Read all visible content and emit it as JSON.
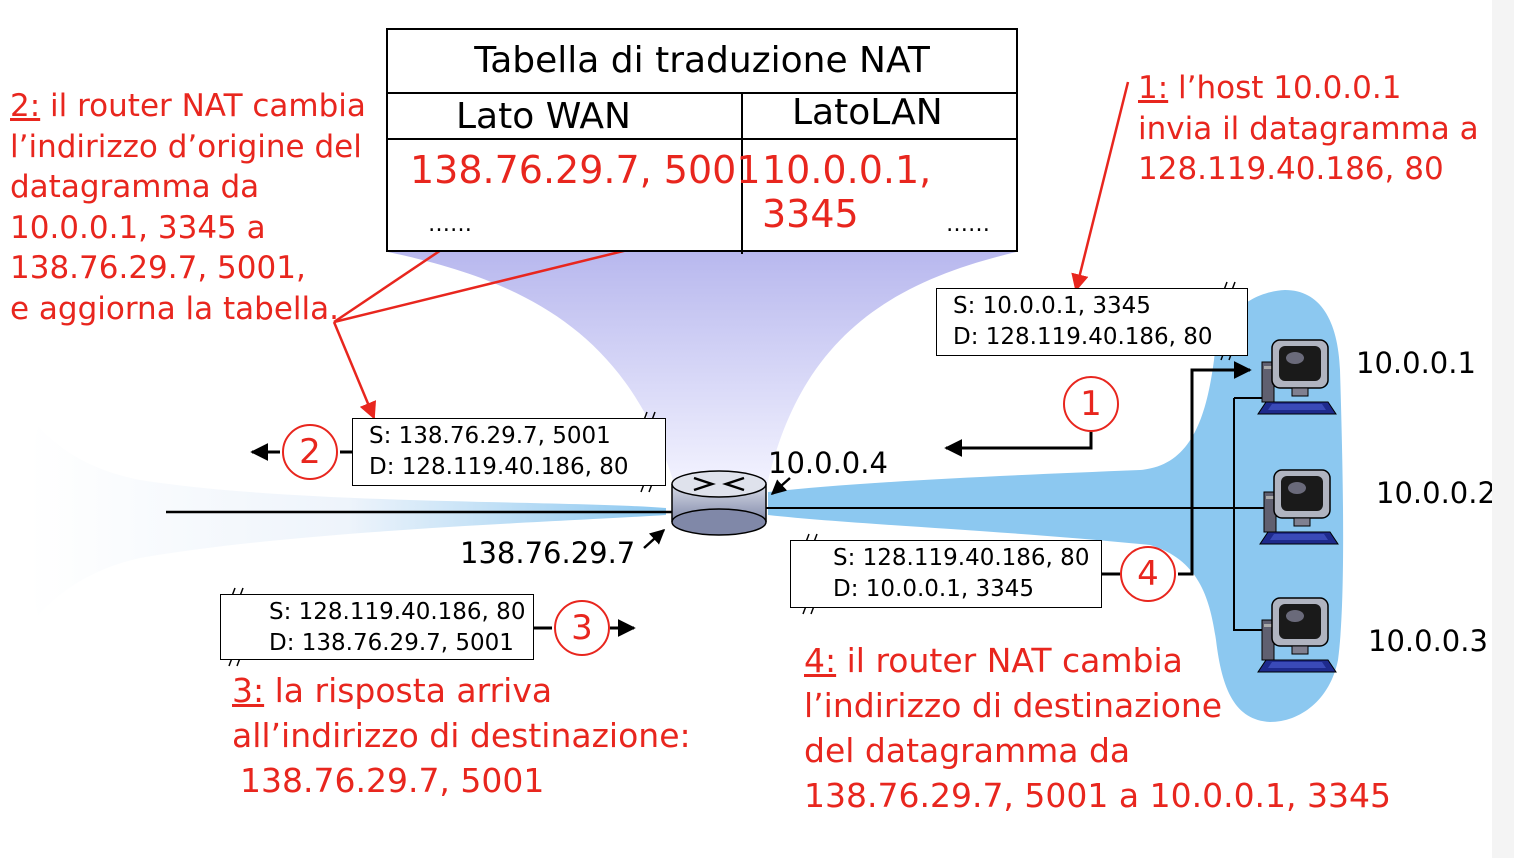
{
  "colors": {
    "annotation": "#e8261e",
    "network_fill": "#8cc8f0",
    "funnel_fill": "#c8c8f0",
    "text": "#000000"
  },
  "nat_table": {
    "title": "Tabella di traduzione NAT",
    "wan_header": "Lato WAN",
    "lan_header": "LatoLAN",
    "wan_entry": "138.76.29.7, 5001",
    "lan_entry": "10.0.0.1, 3345",
    "wan_more": "……",
    "lan_more": "……"
  },
  "notes": {
    "step1": {
      "num": "1:",
      "line1": " l’host 10.0.0.1",
      "line2": "invia il datagramma a",
      "line3": "128.119.40.186, 80"
    },
    "step2": {
      "num": "2:",
      "line1": " il router NAT cambia",
      "line2": "l’indirizzo d’origine del",
      "line3": "datagramma da",
      "line4": "10.0.0.1, 3345 a",
      "line5": "138.76.29.7, 5001,",
      "line6": "e aggiorna la tabella."
    },
    "step3": {
      "num": "3:",
      "line1": " la risposta arriva",
      "line2": " all’indirizzo di destinazione:",
      "line3": "138.76.29.7, 5001"
    },
    "step4": {
      "num": "4:",
      "line1": " il router NAT cambia",
      "line2": "l’indirizzo di destinazione",
      "line3": "del datagramma da",
      "line4": "138.76.29.7, 5001 a 10.0.0.1, 3345"
    }
  },
  "packets": {
    "p1": {
      "src": "S: 10.0.0.1, 3345",
      "dst": "D: 128.119.40.186, 80"
    },
    "p2": {
      "src": "S: 138.76.29.7, 5001",
      "dst": "D: 128.119.40.186, 80"
    },
    "p3": {
      "src": "S: 128.119.40.186, 80",
      "dst": "D: 138.76.29.7, 5001"
    },
    "p4": {
      "src": "S: 128.119.40.186, 80",
      "dst": "D: 10.0.0.1, 3345"
    }
  },
  "steps": [
    "1",
    "2",
    "3",
    "4"
  ],
  "addresses": {
    "router_lan": "10.0.0.4",
    "router_wan": "138.76.29.7",
    "host1": "10.0.0.1",
    "host2": "10.0.0.2",
    "host3": "10.0.0.3"
  },
  "icons": {
    "router": "router-icon",
    "host": "desktop-computer-icon"
  }
}
